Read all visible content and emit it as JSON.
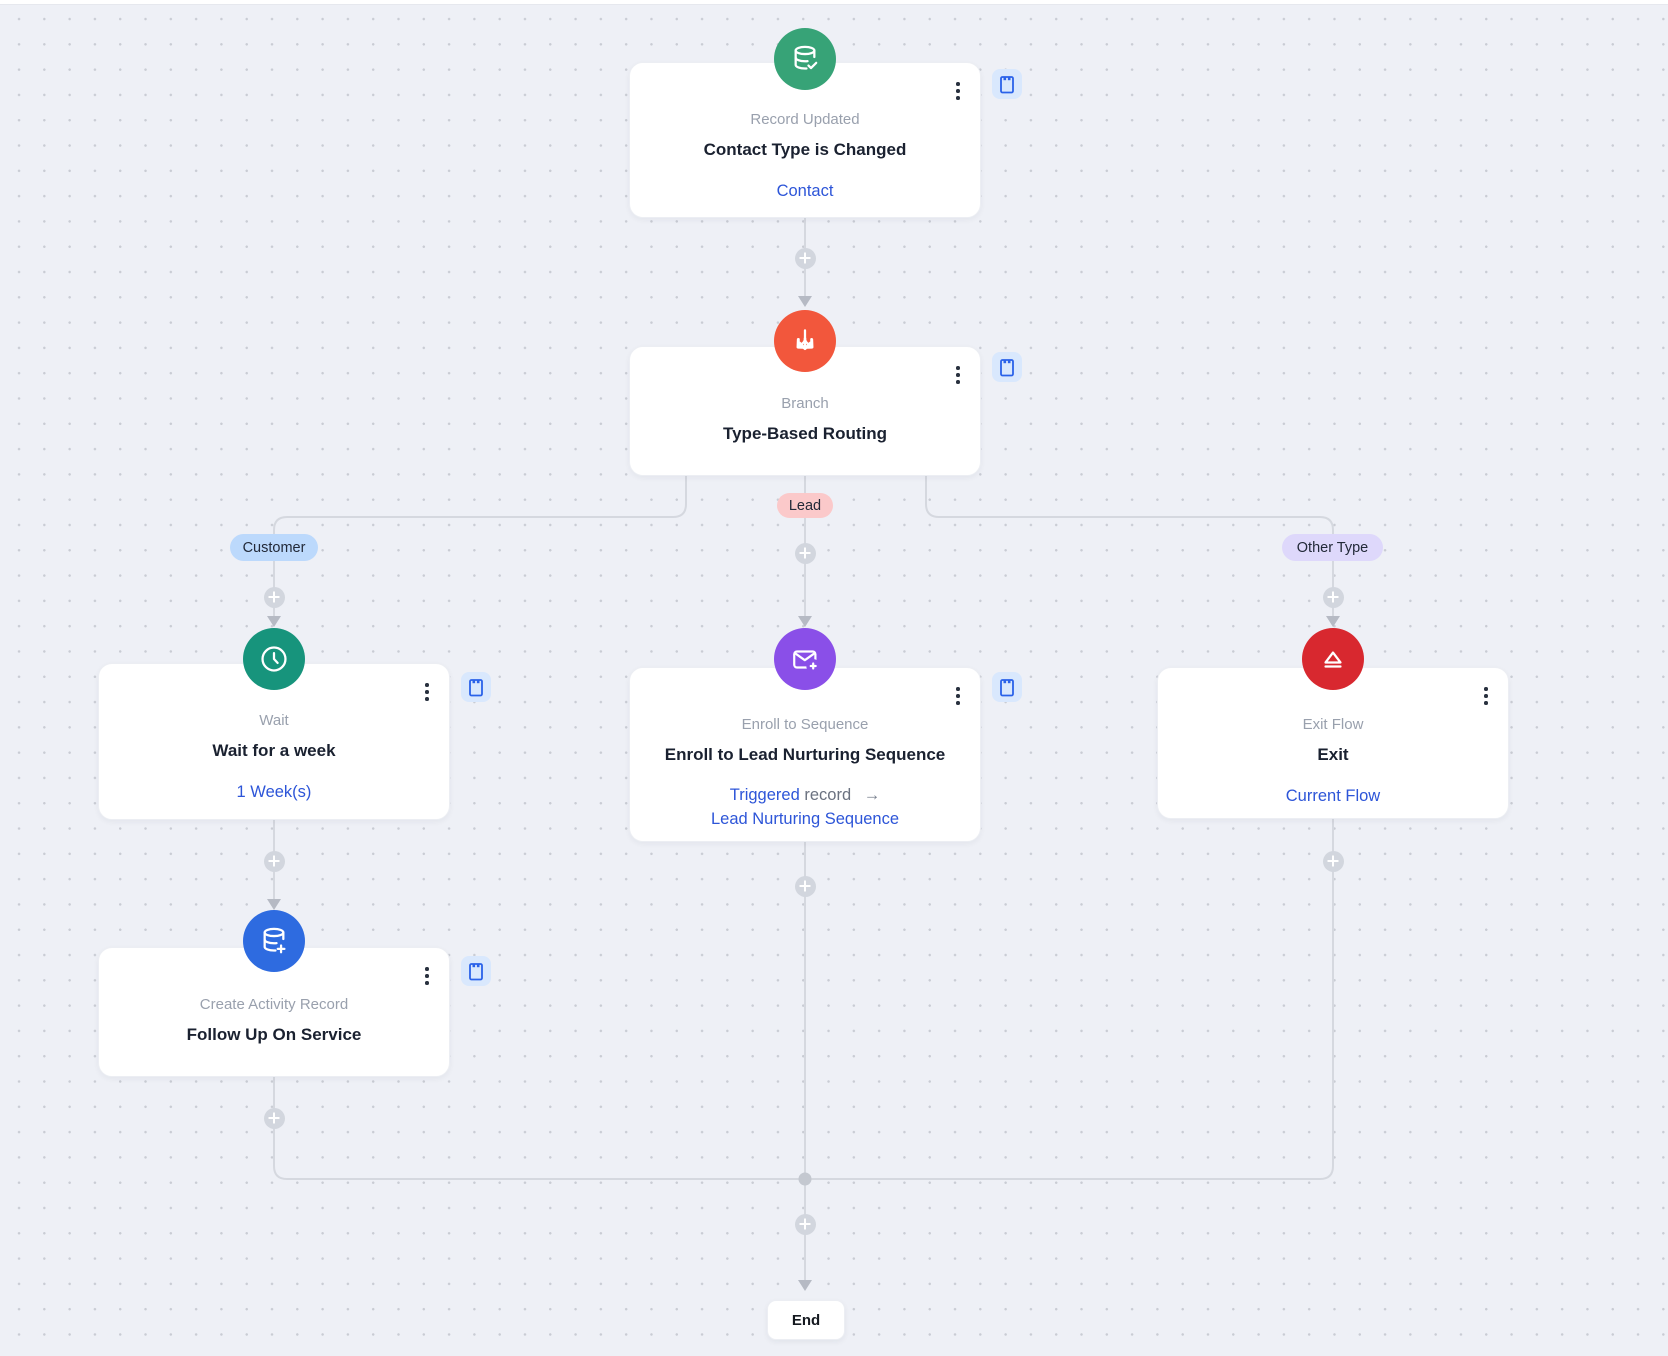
{
  "nodes": {
    "trigger": {
      "type_label": "Record Updated",
      "title": "Contact Type is Changed",
      "link": "Contact",
      "icon": "database-check-icon",
      "color": "#37a377"
    },
    "branch": {
      "type_label": "Branch",
      "title": "Type-Based Routing",
      "icon": "split-arrows-icon",
      "color": "#f2573c"
    },
    "wait": {
      "type_label": "Wait",
      "title": "Wait for a week",
      "link": "1 Week(s)",
      "icon": "clock-icon",
      "color": "#17947c"
    },
    "enroll": {
      "type_label": "Enroll to Sequence",
      "title": "Enroll to Lead Nurturing Sequence",
      "link_primary": "Triggered",
      "link_secondary": "record",
      "link_arrow": "→",
      "link_target": "Lead Nurturing Sequence",
      "icon": "mail-plus-icon",
      "color": "#8a4fe8"
    },
    "exit": {
      "type_label": "Exit Flow",
      "title": "Exit",
      "link": "Current Flow",
      "icon": "eject-icon",
      "color": "#d8282f"
    },
    "create_activity": {
      "type_label": "Create Activity Record",
      "title": "Follow Up On Service",
      "icon": "database-plus-icon",
      "color": "#2e6be0"
    },
    "end": {
      "label": "End"
    }
  },
  "branch_labels": {
    "customer": {
      "label": "Customer",
      "bg": "#bcd9fc"
    },
    "lead": {
      "label": "Lead",
      "bg": "#fbc9ca"
    },
    "other": {
      "label": "Other Type",
      "bg": "#ded8fb"
    }
  },
  "colors": {
    "canvas_background": "#eef0f6",
    "grid_dot": "#c9ccd4",
    "edge": "#d5d8df",
    "arrowhead": "#b6bac4",
    "link_blue": "#2d55d8",
    "note_badge_background": "#d9e8fd",
    "note_badge_icon": "#2a62e9"
  }
}
